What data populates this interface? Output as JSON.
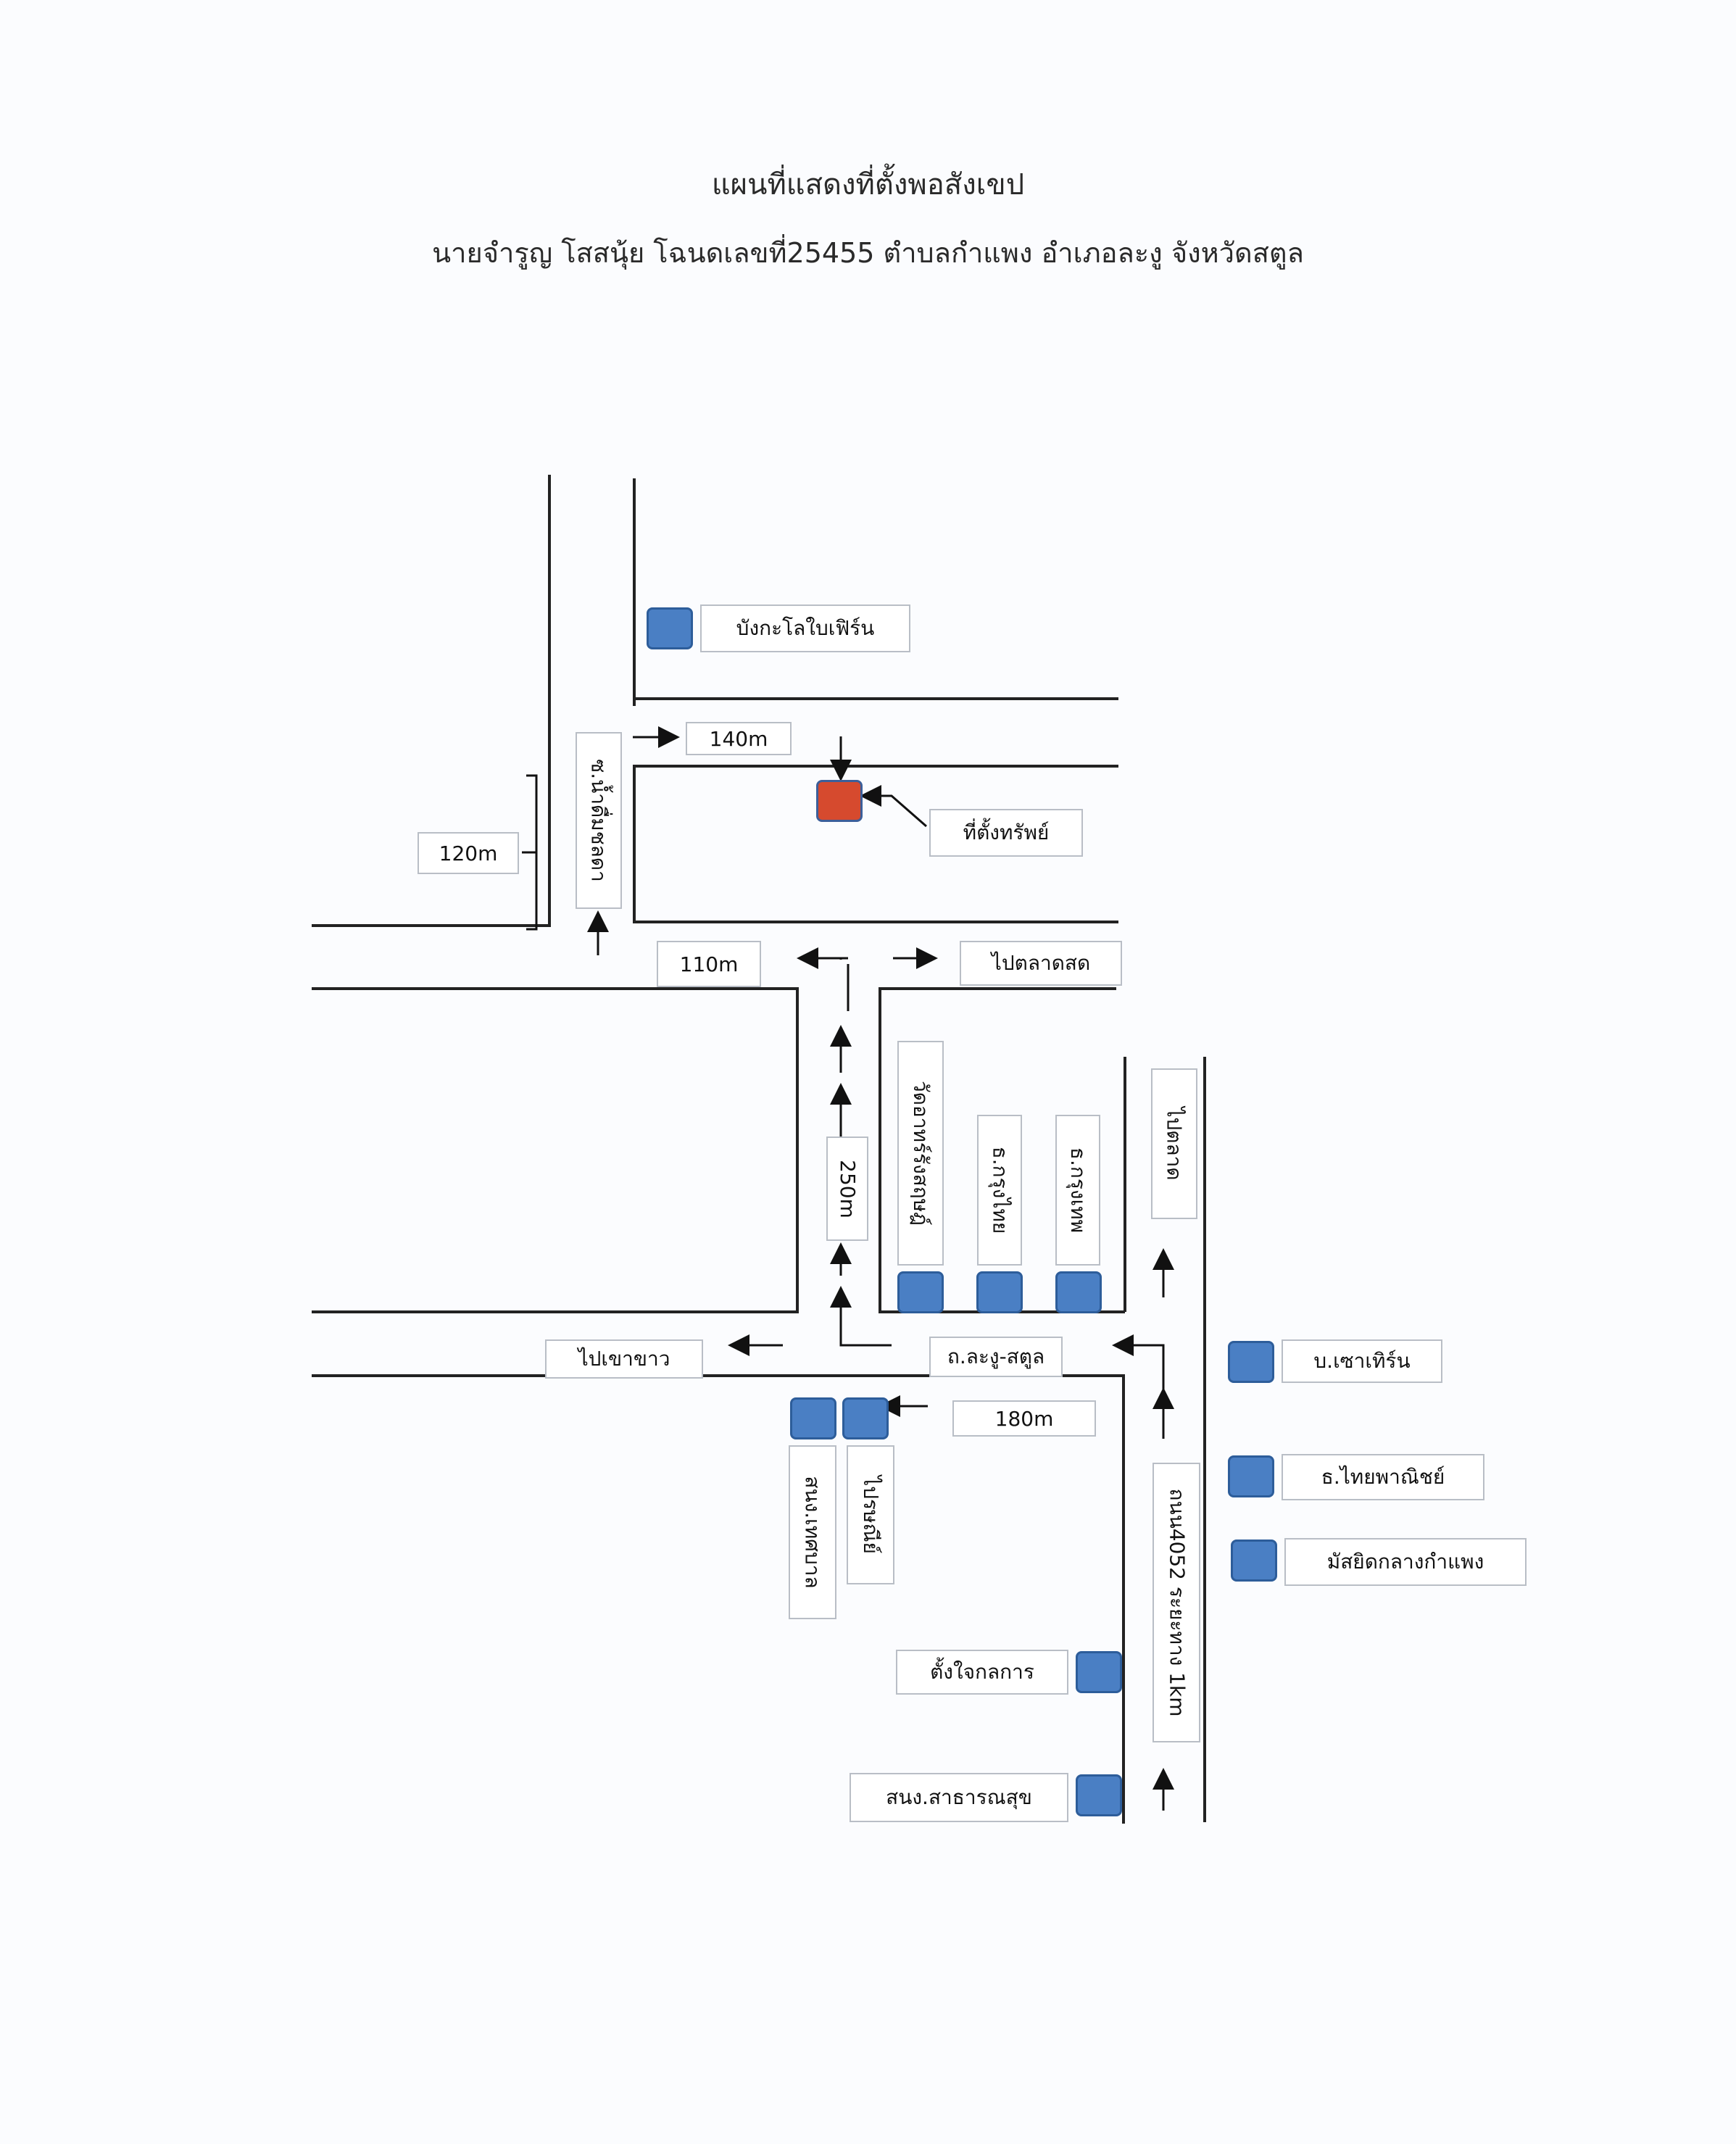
{
  "title": "แผนที่แสดงที่ตั้งพอสังเขป",
  "subtitle": "นายจำรูญ โสสนุ้ย  โฉนดเลขที่25455  ตำบลกำแพง  อำเภอละงู  จังหวัดสตูล",
  "colors": {
    "building": "#4a7fc4",
    "property": "#d64a2e",
    "road": "#222222"
  },
  "labels": {
    "bungalow": "บังกะโลใบเฟิร์น",
    "d140": "140m",
    "d120": "120m",
    "soi": "ซ.น้ำดื่มชลดา",
    "property": "ที่ตั้งทรัพย์",
    "d110": "110m",
    "to_fresh_market": "ไปตลาดสด",
    "wat": "วัดอาทร์รังสฤษฎ์",
    "ktb": "ธ.กรุงไทย",
    "bbl": "ธ.กรุงเทพ",
    "to_market": "ไปตลาด",
    "d250": "250m",
    "to_khao_khao": "ไปเขาขาว",
    "la_ngu_satun": "ถ.ละงู-สตูล",
    "southern": "บ.เซาเทิร์น",
    "scb": "ธ.ไทยพาณิชย์",
    "mosque": "มัสยิดกลางกำแพง",
    "d180": "180m",
    "municipal": "สนง.เทศบาล",
    "post": "ไปรษณีย์",
    "road4052": "ถนน4052 ระยะทาง 1km",
    "tangjai": "ตั้งใจกลการ",
    "health": "สนง.สาธารณสุข"
  }
}
